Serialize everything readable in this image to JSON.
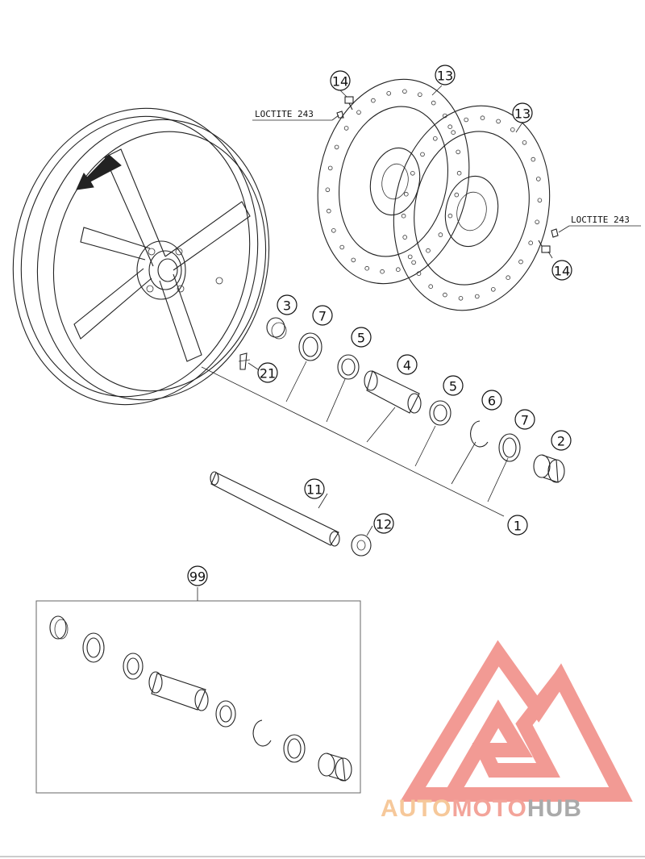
{
  "callouts": {
    "c1": "1",
    "c2": "2",
    "c3": "3",
    "c4": "4",
    "c5a": "5",
    "c5b": "5",
    "c6": "6",
    "c7a": "7",
    "c7b": "7",
    "c11": "11",
    "c12": "12",
    "c13a": "13",
    "c13b": "13",
    "c14a": "14",
    "c14b": "14",
    "c21": "21",
    "c99": "99"
  },
  "annotations": {
    "loctite_top": "LOCTITE 243",
    "loctite_right": "LOCTITE 243"
  },
  "watermark": {
    "word_auto": "AUTO",
    "word_moto": "MOTO",
    "word_hub": "HUB",
    "colors": {
      "auto": "#f6c89a",
      "moto": "#f3a49a",
      "hub": "#aaaaaa",
      "logo": "#f29a94"
    }
  }
}
